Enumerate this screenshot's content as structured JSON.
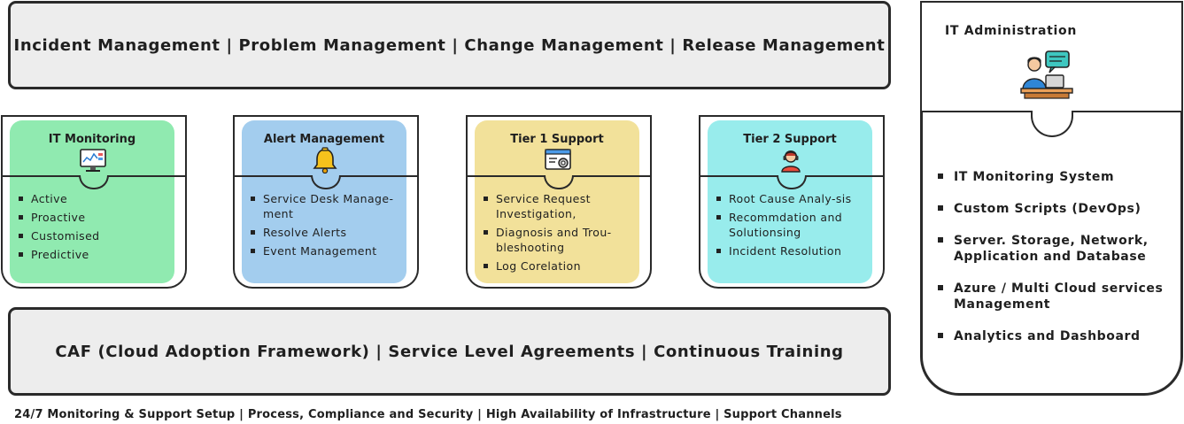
{
  "top_banner": "Incident Management | Problem Management | Change Management | Release Management",
  "bottom_banner": "CAF (Cloud Adoption Framework) | Service Level Agreements | Continuous Training",
  "footer": "24/7 Monitoring & Support Setup | Process, Compliance and Security | High Availability of Infrastructure | Support Channels",
  "cards": [
    {
      "title": "IT Monitoring",
      "icon": "monitor-chart-icon",
      "color": "#90eab0",
      "items": [
        "Active",
        "Proactive",
        "Customised",
        "Predictive"
      ]
    },
    {
      "title": "Alert Management",
      "icon": "bell-icon",
      "color": "#a3cdee",
      "items": [
        "Service Desk Manage-ment",
        "Resolve Alerts",
        "Event Management"
      ]
    },
    {
      "title": "Tier 1 Support",
      "icon": "settings-window-icon",
      "color": "#f2e19a",
      "items": [
        "Service Request Investigation,",
        "Diagnosis and Trou-bleshooting",
        "Log Corelation"
      ]
    },
    {
      "title": "Tier 2 Support",
      "icon": "support-agent-icon",
      "color": "#98ecec",
      "items": [
        "Root Cause Analy-sis",
        "Recommdation and Solutionsing",
        "Incident Resolution"
      ]
    }
  ],
  "admin": {
    "title": "IT Administration",
    "icon": "admin-at-desk-icon",
    "items": [
      "IT Monitoring System",
      "Custom Scripts (DevOps)",
      "Server. Storage, Network, Application and Database",
      "Azure / Multi Cloud services Management",
      "Analytics and Dashboard"
    ]
  }
}
